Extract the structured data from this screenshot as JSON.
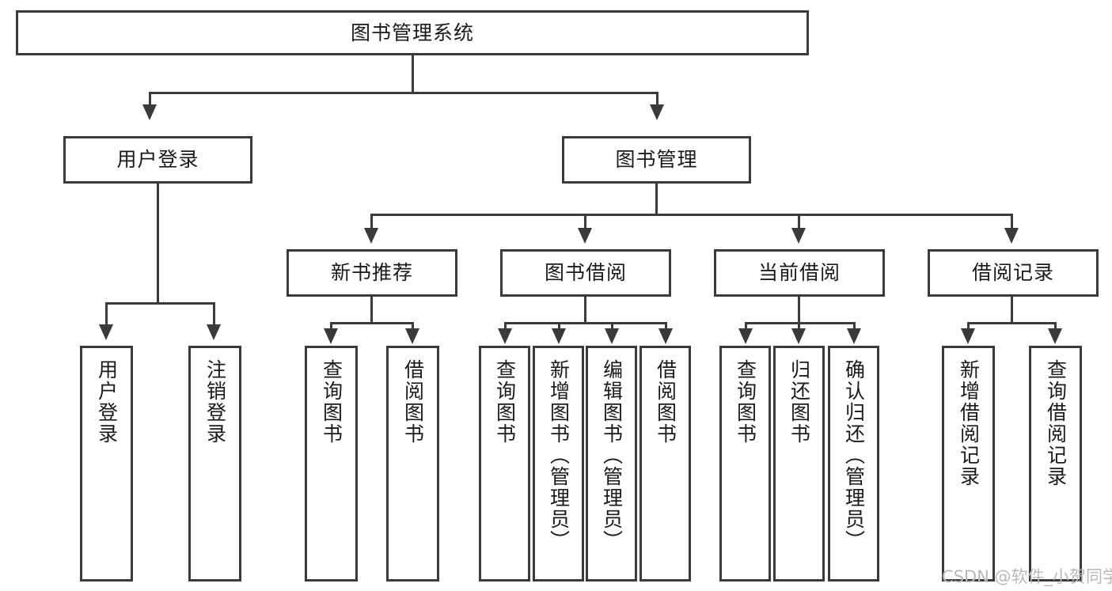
{
  "diagram": {
    "title": "图书管理系统",
    "type": "tree-hierarchy",
    "orientation": "top-down",
    "colors": {
      "box_border": "#3a3a3a",
      "box_fill": "#ffffff",
      "connector": "#3a3a3a",
      "text": "#1a1a1a",
      "watermark": "#b9b9b9",
      "background": "#ffffff"
    },
    "root": {
      "label": "图书管理系统"
    },
    "level2": [
      {
        "id": "user-login",
        "label": "用户登录"
      },
      {
        "id": "book-management",
        "label": "图书管理"
      }
    ],
    "level3": [
      {
        "id": "new-book-recommend",
        "label": "新书推荐",
        "parent": "book-management"
      },
      {
        "id": "book-borrow",
        "label": "图书借阅",
        "parent": "book-management"
      },
      {
        "id": "current-borrow",
        "label": "当前借阅",
        "parent": "book-management"
      },
      {
        "id": "borrow-record",
        "label": "借阅记录",
        "parent": "book-management"
      }
    ],
    "leaves": {
      "user-login": [
        {
          "id": "leaf-user-login",
          "label": "用户登录"
        },
        {
          "id": "leaf-user-logout",
          "label": "注销登录"
        }
      ],
      "new-book-recommend": [
        {
          "id": "leaf-query-book-1",
          "label": "查询图书"
        },
        {
          "id": "leaf-borrow-book-1",
          "label": "借阅图书"
        }
      ],
      "book-borrow": [
        {
          "id": "leaf-query-book-2",
          "label": "查询图书"
        },
        {
          "id": "leaf-add-book",
          "label": "新增图书（管理员）"
        },
        {
          "id": "leaf-edit-book",
          "label": "编辑图书（管理员）"
        },
        {
          "id": "leaf-borrow-book-2",
          "label": "借阅图书"
        }
      ],
      "current-borrow": [
        {
          "id": "leaf-query-book-3",
          "label": "查询图书"
        },
        {
          "id": "leaf-return-book",
          "label": "归还图书"
        },
        {
          "id": "leaf-confirm-return",
          "label": "确认归还（管理员）"
        }
      ],
      "borrow-record": [
        {
          "id": "leaf-add-record",
          "label": "新增借阅记录"
        },
        {
          "id": "leaf-query-record",
          "label": "查询借阅记录"
        }
      ]
    }
  },
  "watermark": {
    "text": "CSDN @软件_小贺同学"
  }
}
